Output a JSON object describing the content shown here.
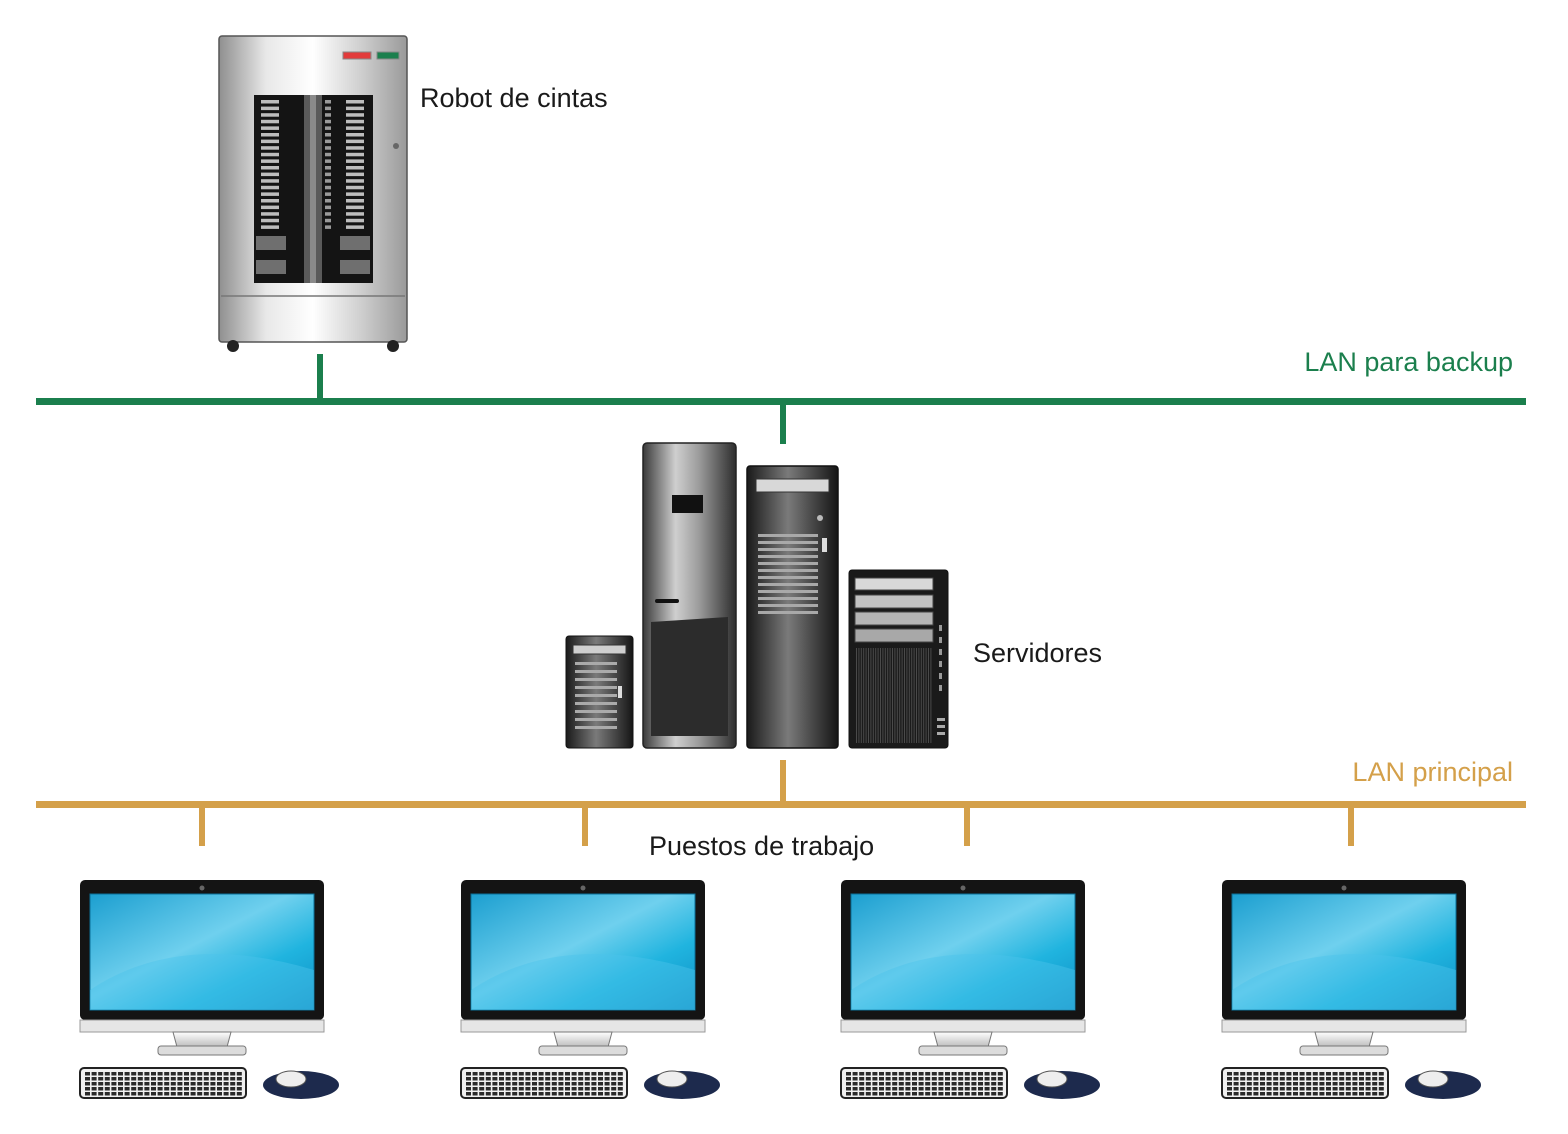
{
  "labels": {
    "robot": "Robot de cintas",
    "servers": "Servidores",
    "workstations": "Puestos de trabajo",
    "lan_backup": "LAN para backup",
    "lan_main": "LAN principal"
  },
  "colors": {
    "lan_backup": "#1b7f4d",
    "lan_main": "#d4a04a",
    "screen": "#29b6dc",
    "text": "#1a1a1a"
  },
  "nodes": {
    "servers": [
      {
        "kind": "small-tower"
      },
      {
        "kind": "tall-gray-tower"
      },
      {
        "kind": "black-rack-tower"
      },
      {
        "kind": "mesh-tower"
      }
    ],
    "workstations": [
      {
        "kind": "desktop-pc"
      },
      {
        "kind": "desktop-pc"
      },
      {
        "kind": "desktop-pc"
      },
      {
        "kind": "desktop-pc"
      }
    ]
  }
}
